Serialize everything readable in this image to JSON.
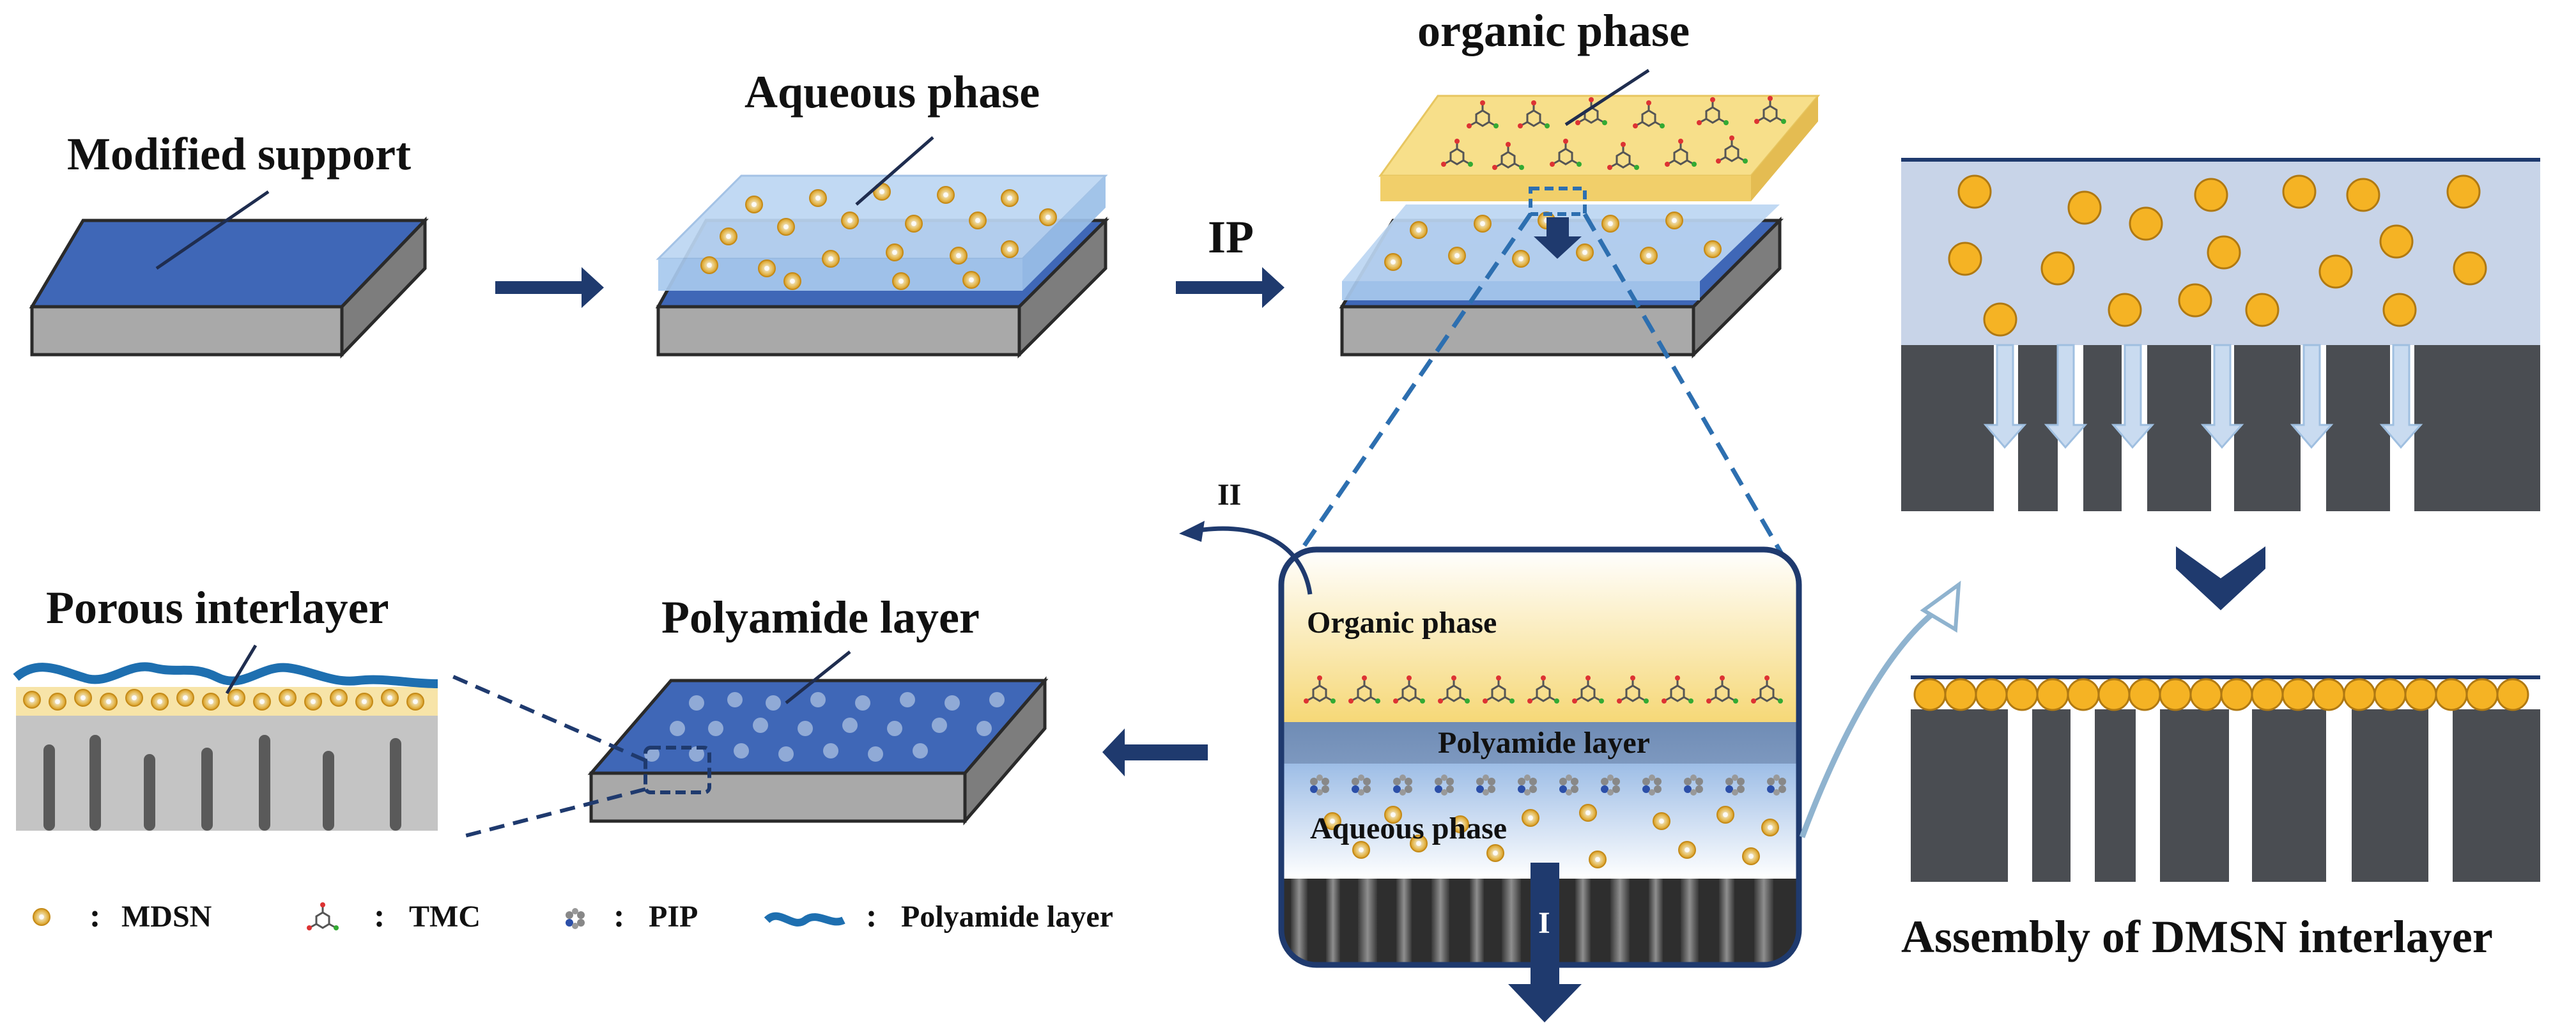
{
  "labels": {
    "modified_support": "Modified support",
    "aqueous_phase_top": "Aqueous phase",
    "organic_phase_top": "organic phase",
    "ip": "IP",
    "porous_interlayer": "Porous interlayer",
    "polyamide_layer_card": "Polyamide layer",
    "assembly_title": "Assembly of DMSN interlayer",
    "path_II": "II",
    "path_I": "I"
  },
  "zoom_panel": {
    "organic": "Organic phase",
    "polyamide": "Polyamide layer",
    "aqueous": "Aqueous phase"
  },
  "legend": {
    "mdsn": "MDSN",
    "tmc": "TMC",
    "pip": "PIP",
    "polyamide": "Polyamide layer",
    "separator": ":"
  },
  "colors": {
    "navy": "#1f3a6e",
    "support_top": "#3f67b7",
    "support_side": "#8c8c8c",
    "aqueous": "#bcd6f2",
    "organic": "#f7df8a",
    "particle": "#f5b324",
    "dark_pillar": "#4a4d52",
    "dashed_blue": "#2d6fb0"
  }
}
